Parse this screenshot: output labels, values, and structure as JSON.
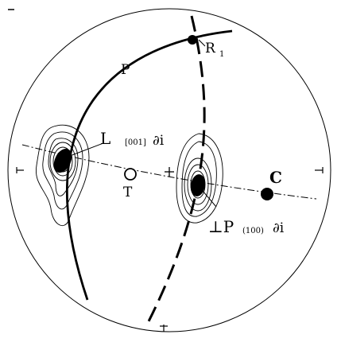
{
  "diagram": {
    "labels": {
      "p": "P",
      "r1": "R",
      "r1_sub": "1",
      "l": "L",
      "l_sub": "[001]",
      "l_suffix": "∂i",
      "t": "T",
      "c": "C",
      "perp_p": "⊥P",
      "perp_sub": "(100)",
      "perp_suffix": "∂i"
    },
    "icons": {
      "L": "filled-ellipse-pole",
      "perp_p": "filled-ellipse-pole",
      "T": "open-circle",
      "R1": "filled-dot",
      "C": "filled-dot"
    }
  }
}
